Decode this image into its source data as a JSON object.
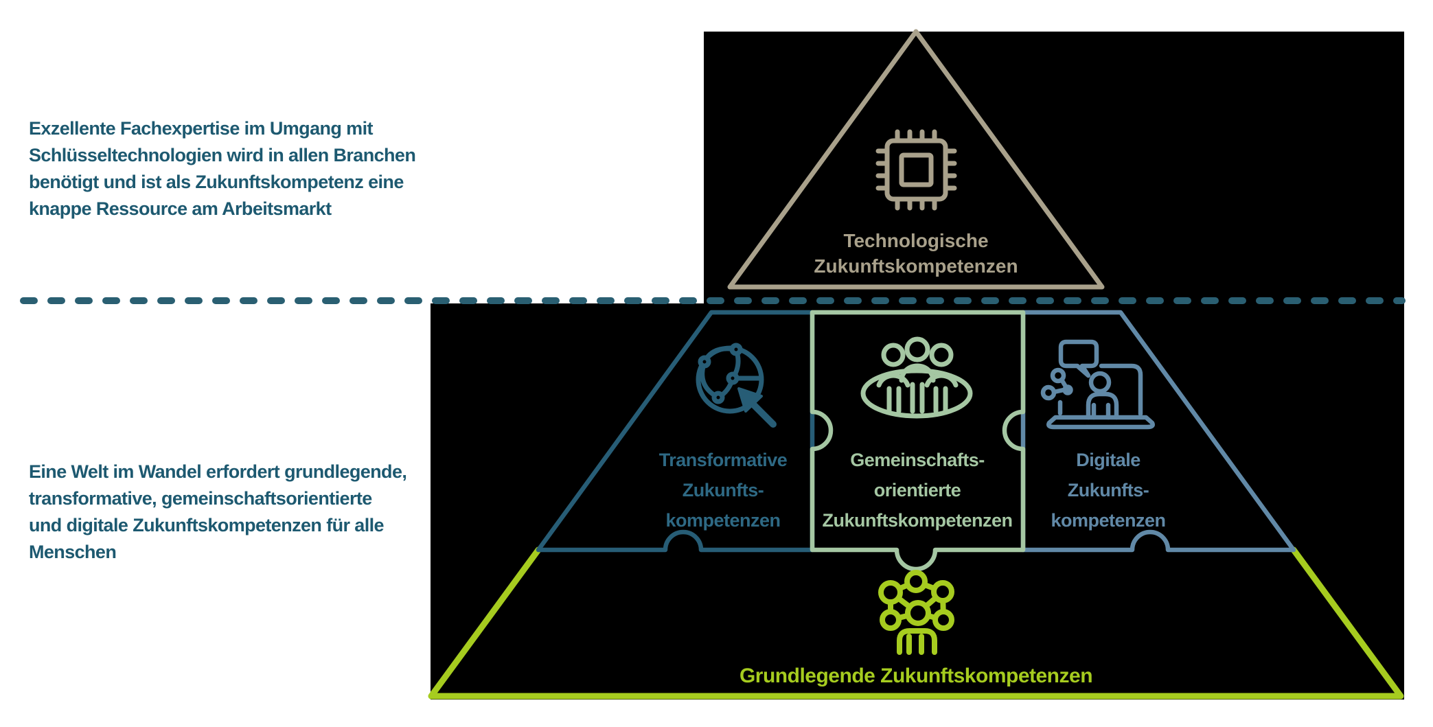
{
  "colors": {
    "background": "#ffffff",
    "panel_black": "#000000",
    "annotation_teal": "#1d5970",
    "dash_teal": "#2a5f72",
    "beige": "#a9a18b",
    "teal_piece": "#275d76",
    "teal_piece_text": "#2e6984",
    "sage": "#a5c7a3",
    "steel": "#6189a7",
    "lime": "#a6cc1f"
  },
  "annotations": {
    "technology_note": "Exzellente Fachexpertise im Umgang mit\nSchlüsseltechnologien wird in allen Branchen\nbenötigt und ist als Zukunftskompetenz eine\nknappe Ressource am Arbeitsmarkt",
    "world_note": "Eine Welt im Wandel erfordert grundlegende,\ntransformative, gemeinschaftsorientierte\nund digitale Zukunftskompetenzen für alle\nMenschen"
  },
  "pyramid": {
    "technological": {
      "label": "Technologische\nZukunftskompetenzen",
      "icon": "cpu-chip-icon"
    },
    "transformative": {
      "label": "Transformative\nZukunfts-\nkompetenzen",
      "icon": "globe-network-cursor-icon"
    },
    "community": {
      "label": "Gemeinschafts-\norientierte\nZukunftskompetenzen",
      "icon": "people-group-icon"
    },
    "digital": {
      "label": "Digitale\nZukunfts-\nkompetenzen",
      "icon": "person-laptop-icon"
    },
    "foundational": {
      "label": "Grundlegende Zukunftskompetenzen",
      "icon": "network-person-icon"
    }
  }
}
